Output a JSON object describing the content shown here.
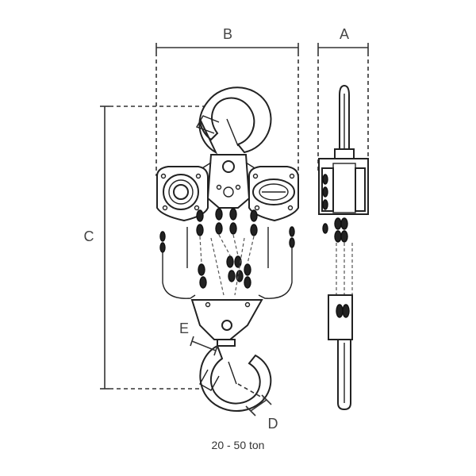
{
  "labels": {
    "a": "A",
    "b": "B",
    "c": "C",
    "d": "D",
    "e": "E"
  },
  "caption": "20 - 50 ton"
}
